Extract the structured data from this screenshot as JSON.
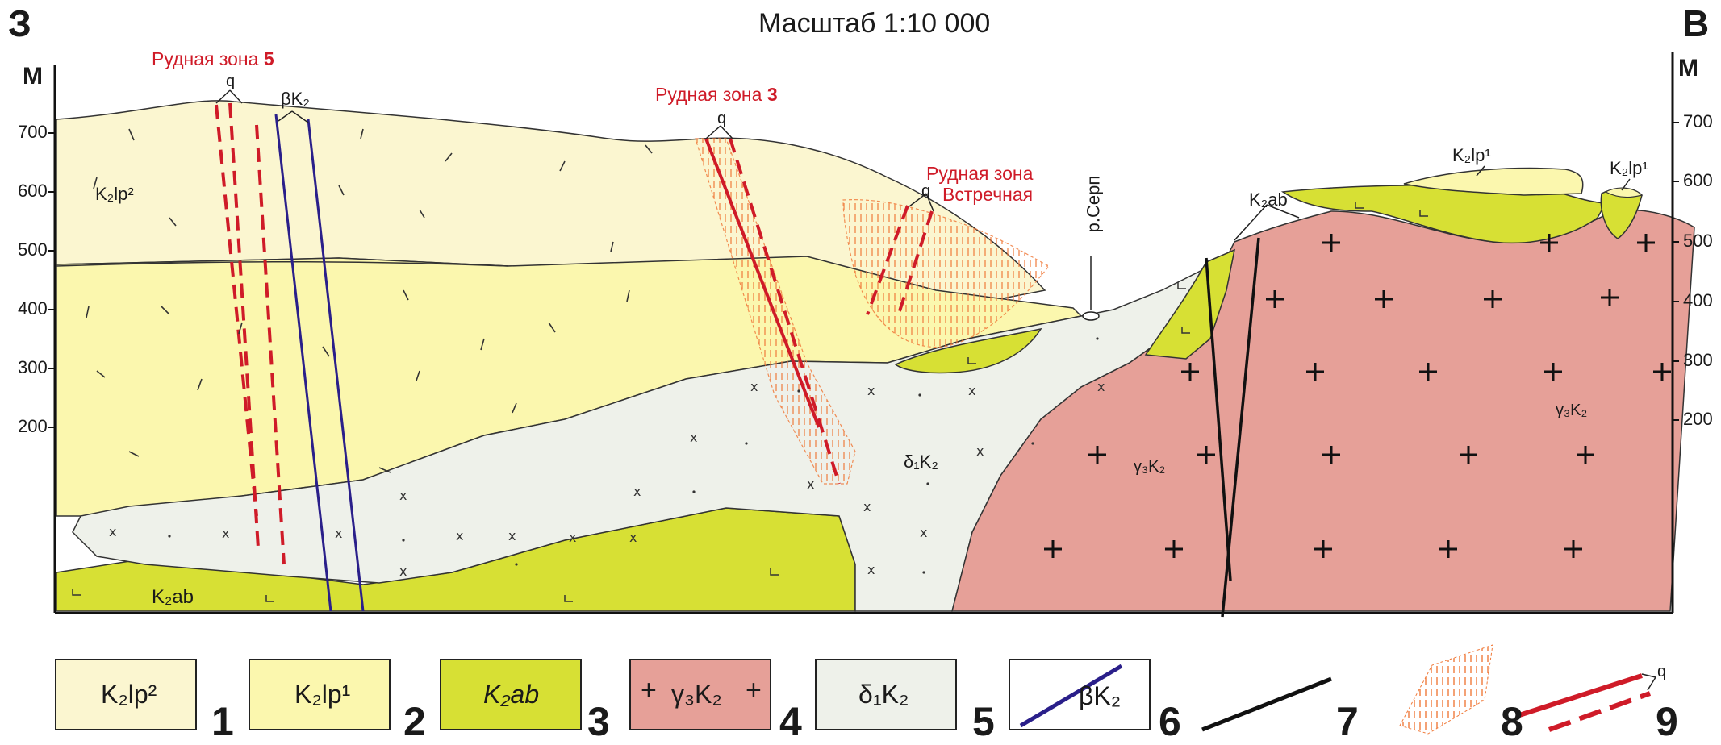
{
  "header": {
    "left_direction": "З",
    "right_direction": "В",
    "scale": "Масштаб 1:10 000"
  },
  "axes": {
    "unit_left": "М",
    "unit_right": "М",
    "left_ticks": [
      "700",
      "600",
      "500",
      "400",
      "300",
      "200"
    ],
    "right_ticks": [
      "700",
      "600",
      "500",
      "400",
      "300",
      "200"
    ]
  },
  "ore_zones": {
    "zone5_text": "Рудная зона",
    "zone5_num": "5",
    "zone3_text": "Рудная зона",
    "zone3_num": "3",
    "vstrech_line1": "Рудная зона",
    "vstrech_line2": "Встречная"
  },
  "annotations": {
    "q1": "q",
    "q2": "q",
    "q3": "q",
    "beta_k2": "βK₂",
    "river": "р.Серп",
    "k2ab_top": "K₂ab",
    "k2lp1_top1": "K₂lp¹",
    "k2lp1_top2": "K₂lp¹",
    "k2lp2_left": "K₂lp²",
    "k2ab_bottom": "K₂ab",
    "delta1k2": "δ₁K₂",
    "gamma3k2_mid": "γ₃K₂",
    "gamma3k2_right": "γ₃K₂"
  },
  "legend": [
    {
      "number": "1",
      "label": "K₂lp²",
      "fill": "#fbf6d0"
    },
    {
      "number": "2",
      "label": "K₂lp¹",
      "fill": "#fbf7ae"
    },
    {
      "number": "3",
      "label": "K₂ab",
      "fill": "#d7e034"
    },
    {
      "number": "4",
      "label": "γ₃K₂",
      "fill": "#e6a098"
    },
    {
      "number": "5",
      "label": "δ₁K₂",
      "fill": "#eef1ea"
    },
    {
      "number": "6",
      "label": "βK₂",
      "fill": "#ffffff"
    },
    {
      "number": "7",
      "label": "",
      "fill": "#000000"
    },
    {
      "number": "8",
      "label": "",
      "fill": "#f0a070"
    },
    {
      "number": "9",
      "label": "q",
      "fill": "#cf1b28"
    }
  ],
  "colors": {
    "lp2": "#fbf6d0",
    "lp1": "#fbf7ae",
    "ab": "#d7e034",
    "granite": "#e6a098",
    "diorite": "#eef1ea",
    "basalt_dyke": "#2a1f8a",
    "ore_red": "#cf1b28",
    "halo": "#f0a070"
  }
}
